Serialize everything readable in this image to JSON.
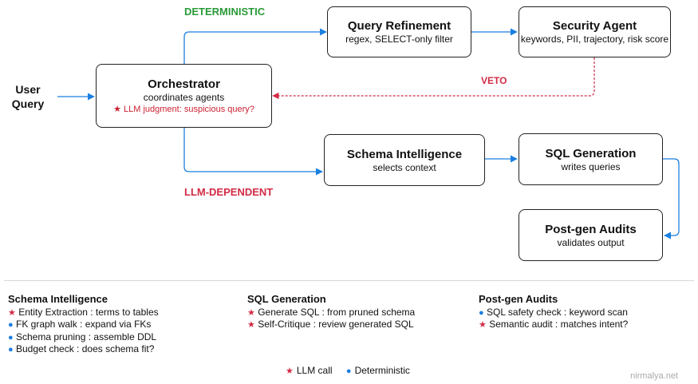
{
  "user_query": {
    "line1": "User",
    "line2": "Query"
  },
  "labels": {
    "deterministic": "DETERMINISTIC",
    "llm_dependent": "LLM-DEPENDENT",
    "veto": "VETO"
  },
  "nodes": {
    "orchestrator": {
      "title": "Orchestrator",
      "subtitle": "coordinates agents",
      "note": "★ LLM judgment: suspicious query?"
    },
    "query_refinement": {
      "title": "Query Refinement",
      "subtitle": "regex, SELECT-only filter"
    },
    "security_agent": {
      "title": "Security Agent",
      "subtitle": "keywords, PII, trajectory, risk score"
    },
    "schema_intelligence": {
      "title": "Schema Intelligence",
      "subtitle": "selects context"
    },
    "sql_generation": {
      "title": "SQL Generation",
      "subtitle": "writes queries"
    },
    "postgen_audits": {
      "title": "Post-gen Audits",
      "subtitle": "validates output"
    }
  },
  "details": [
    {
      "title": "Schema Intelligence",
      "items": [
        {
          "marker": "★",
          "text": "Entity Extraction : terms to tables"
        },
        {
          "marker": "●",
          "text": "FK graph walk : expand via FKs"
        },
        {
          "marker": "●",
          "text": "Schema pruning : assemble DDL"
        },
        {
          "marker": "●",
          "text": "Budget check : does schema fit?"
        }
      ]
    },
    {
      "title": "SQL Generation",
      "items": [
        {
          "marker": "★",
          "text": "Generate SQL : from pruned schema"
        },
        {
          "marker": "★",
          "text": "Self-Critique : review generated SQL"
        }
      ]
    },
    {
      "title": "Post-gen Audits",
      "items": [
        {
          "marker": "●",
          "text": "SQL safety check : keyword scan"
        },
        {
          "marker": "★",
          "text": "Semantic audit : matches intent?"
        }
      ]
    }
  ],
  "legend": {
    "llm_marker": "★",
    "llm_label": "LLM call",
    "det_marker": "●",
    "det_label": "Deterministic"
  },
  "watermark": "nirmalya.net",
  "colors": {
    "blue_arrow": "#1a7fe0",
    "red_dashed": "#d22b45",
    "green_label": "#2a9a38"
  }
}
